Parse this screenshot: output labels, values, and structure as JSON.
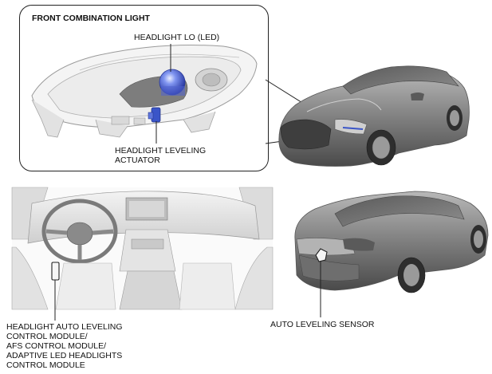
{
  "diagram": {
    "callout_title": "FRONT COMBINATION LIGHT",
    "labels": {
      "headlight_lo": "HEADLIGHT LO (LED)",
      "leveling_actuator_line1": "HEADLIGHT LEVELING",
      "leveling_actuator_line2": "ACTUATOR",
      "control_module_line1": "HEADLIGHT AUTO LEVELING",
      "control_module_line2": "CONTROL MODULE/",
      "control_module_line3": "AFS CONTROL MODULE/",
      "control_module_line4": "ADAPTIVE LED HEADLIGHTS",
      "control_module_line5": "CONTROL MODULE",
      "sensor": "AUTO LEVELING SENSOR"
    },
    "colors": {
      "line": "#222222",
      "highlight_blue": "#3a55c8",
      "car_body": "#8a8a8a",
      "car_dark": "#4a4a4a",
      "interior_light": "#e6e6e6"
    }
  }
}
